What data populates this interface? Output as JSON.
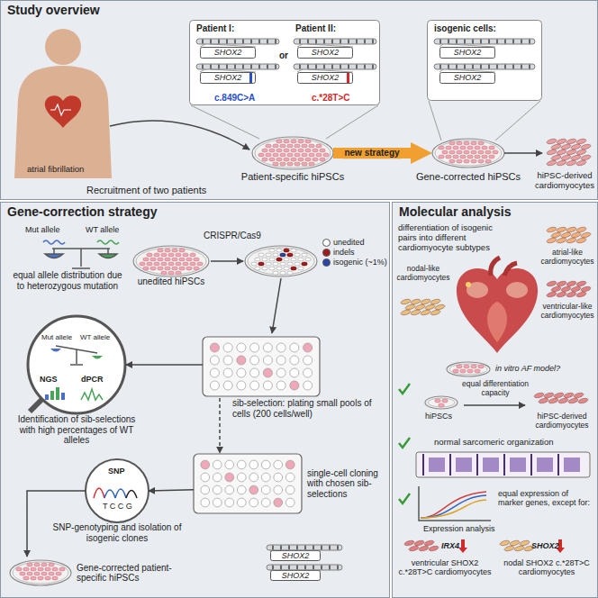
{
  "diagram": {
    "nodes": [
      {
        "text": [
          "Study overview"
        ]
      },
      {
        "text": [
          "Patient I:",
          "or",
          "Patient II:"
        ],
        "in": 0
      },
      {
        "text": [
          "SHOX2"
        ],
        "in": 1
      },
      {
        "text": [
          "SHOX2"
        ],
        "in": 1
      },
      {
        "text": [
          "SHOX2"
        ],
        "in": 1
      },
      {
        "text": [
          "SHOX2"
        ],
        "in": 1
      },
      {
        "text": [
          "isogenic cells:"
        ],
        "in": 0
      },
      {
        "text": [
          "SHOX2"
        ],
        "in": 6
      },
      {
        "text": [
          "SHOX2"
        ],
        "in": 6
      },
      {
        "text": [
          "Patient-specific hiPSCs"
        ],
        "in": 0
      },
      {
        "text": [
          "Gene-corrected hiPSCs"
        ],
        "in": 0
      },
      {
        "text": [
          "hiPSC-derived cardiomyocytes"
        ],
        "in": 0
      },
      {
        "text": [
          "Gene-correction strategy"
        ]
      },
      {
        "text": [
          "unedited hiPSCs"
        ],
        "in": 12
      },
      {
        "text": [
          "sib-selection: plating small pools of cells (200 cells/well)"
        ],
        "in": 12
      },
      {
        "text": [
          "Mut allele",
          "WT allele",
          "NGS",
          "dPCR",
          "Identification of sib-selections with high percentages of WT alleles"
        ],
        "in": 12
      },
      {
        "text": [
          "single-cell cloning with chosen sib-selections"
        ],
        "in": 12
      },
      {
        "text": [
          "SNP",
          "T C C G",
          "SNP-genotyping and isolation of isogenic clones"
        ],
        "in": 12
      },
      {
        "text": [
          "Gene-corrected patient-specific hiPSCs"
        ],
        "in": 12
      },
      {
        "text": [
          "SHOX2"
        ],
        "in": 12
      },
      {
        "text": [
          "SHOX2"
        ],
        "in": 12
      },
      {
        "text": [
          "Molecular analysis"
        ]
      }
    ],
    "edges": [
      {
        "from": 9,
        "to": 10,
        "arrow": "to",
        "label": "new strategy"
      },
      {
        "from": 10,
        "to": 11,
        "arrow": "to"
      },
      {
        "from": 14,
        "to": 15,
        "arrow": "to"
      },
      {
        "from": 14,
        "to": 16,
        "arrow": "to"
      },
      {
        "from": 16,
        "to": 17,
        "arrow": "to"
      },
      {
        "from": 17,
        "to": 18,
        "arrow": "to"
      }
    ],
    "labels": [
      "c.849C>A",
      "c.*28T>C",
      "atrial fibrillation",
      "Recruitment of two patients",
      "Mut allele",
      "WT allele",
      "equal allele distribution due to heterozygous mutation",
      "CRISPR/Cas9",
      "differentiation of isogenic pairs into different cardiomyocyte subtypes",
      "nodal-like cardiomyocytes",
      "atrial-like cardiomyocytes",
      "ventricular-like cardiomyocytes",
      "in vitro AF model?",
      "hiPSCs",
      "equal differentiation capacity",
      "hiPSC-derived cardiomyocytes",
      "normal sarcomeric organization",
      "Expression analysis",
      "equal expression of marker genes, except for:",
      "IRX4",
      "SHOX2",
      "ventricular SHOX2 c.*28T>C cardiomyocytes",
      "nodal SHOX2 c.*28T>C cardiomyocytes"
    ],
    "legend": [
      {
        "text": "unedited",
        "color": "#ffffff"
      },
      {
        "text": "indels",
        "color": "#a01c1c"
      },
      {
        "text": "isogenic (~1%)",
        "color": "#2b44a8"
      }
    ]
  }
}
